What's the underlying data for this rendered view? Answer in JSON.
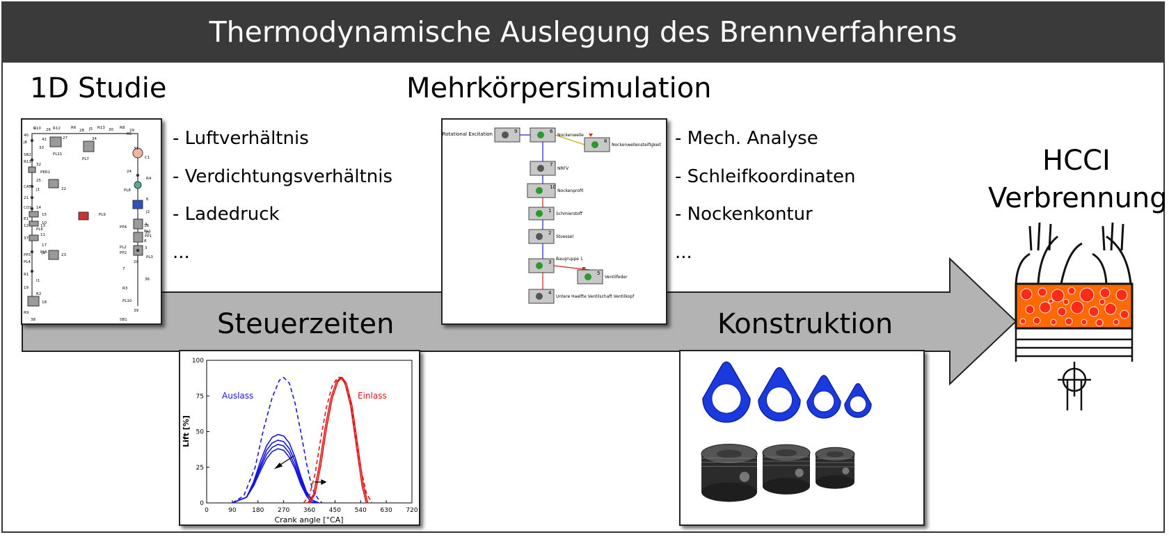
{
  "header": {
    "title": "Thermodynamische Auslegung des Brennverfahrens"
  },
  "sections": {
    "study_1d": "1D Studie",
    "multibody": "Mehrkörpersimulation",
    "valve_timing": "Steuerzeiten",
    "design": "Konstruktion",
    "hcci": [
      "HCCI",
      "Verbrennung"
    ]
  },
  "bullets_1d": [
    "- Luftverhältnis",
    "- Verdichtungsverhältnis",
    "- Ladedruck",
    "..."
  ],
  "bullets_mbs": [
    "- Mech. Analyse",
    "- Schleifkoordinaten",
    "- Nockenkontur",
    "..."
  ],
  "schematic_1d": {
    "labels": [
      "R10",
      "26",
      "R12",
      "R6",
      "28",
      "J5",
      "R13",
      "30",
      "R8",
      "29",
      "R5",
      "40",
      "J6",
      "41",
      "PL11",
      "27",
      "33",
      "PL7",
      "34",
      "31",
      "C1",
      "R11",
      "32",
      "24",
      "R4",
      "PER1",
      "25",
      "22",
      "PL8",
      "CAT1",
      "J1",
      "21",
      "J2",
      "CO1",
      "14",
      "15",
      "PL9",
      "E1",
      "10",
      "13",
      "12",
      "PL6",
      "11",
      "17",
      "PL5",
      "16",
      "PL1",
      "PP4",
      "PP1",
      "8",
      "PL2",
      "PP2",
      "PL3",
      "PP3",
      "J3",
      "23",
      "PL4",
      "20",
      "7",
      "R1",
      "I1",
      "19",
      "R3",
      "R2",
      "18",
      "PL10",
      "R9",
      "39",
      "38",
      "SB1",
      "SB2",
      "35",
      "6",
      "4",
      "3",
      "37",
      "36",
      "9"
    ]
  },
  "mbs_diagram": {
    "blocks": [
      {
        "num": "9",
        "label": "Rotational Excitation"
      },
      {
        "num": "6",
        "label": "Nockenwelle"
      },
      {
        "num": "8",
        "label": "Nockenwellensteifigkeit"
      },
      {
        "num": "7",
        "label": "NRFV"
      },
      {
        "num": "10",
        "label": "Nockenprofil"
      },
      {
        "num": "1",
        "label": "Schmierstoff"
      },
      {
        "num": "2",
        "label": "Stoessel"
      },
      {
        "num": "3",
        "label": "Baugruppe 1"
      },
      {
        "num": "5",
        "label": "Ventilfeder"
      },
      {
        "num": "4",
        "label": "Untere Haelfte Ventilschaft  Ventilkopf"
      }
    ]
  },
  "chart_data": {
    "type": "line",
    "xlabel": "Crank angle [°CA]",
    "ylabel": "Lift [%]",
    "xlim": [
      0,
      720
    ],
    "ylim": [
      0,
      100
    ],
    "xticks": [
      0,
      90,
      180,
      270,
      360,
      450,
      540,
      630,
      720
    ],
    "yticks": [
      0,
      25,
      50,
      75,
      100
    ],
    "annotations": [
      "Auslass",
      "Einlass"
    ],
    "colors": {
      "auslass": "#1515e0",
      "einlass": "#e01515"
    },
    "series": [
      {
        "name": "Auslass",
        "style": "dashed",
        "color": "#1515e0",
        "x": [
          90,
          130,
          170,
          200,
          230,
          255,
          270,
          290,
          310,
          330,
          350,
          370,
          390,
          405
        ],
        "y": [
          0,
          5,
          25,
          52,
          74,
          86,
          88,
          84,
          70,
          50,
          28,
          10,
          3,
          0
        ]
      },
      {
        "style": "solid",
        "color": "#1515e0",
        "x": [
          90,
          140,
          165,
          190,
          210,
          230,
          250,
          270,
          290,
          310,
          330,
          350,
          370,
          395
        ],
        "y": [
          0,
          4,
          15,
          30,
          40,
          46,
          48,
          47,
          42,
          32,
          19,
          8,
          2,
          0
        ]
      },
      {
        "style": "solid",
        "color": "#1515e0",
        "x": [
          90,
          140,
          165,
          190,
          210,
          230,
          250,
          270,
          290,
          310,
          330,
          350,
          370,
          390
        ],
        "y": [
          0,
          4,
          14,
          27,
          37,
          42,
          44,
          43,
          38,
          29,
          17,
          7,
          2,
          0
        ]
      },
      {
        "style": "solid",
        "color": "#1515e0",
        "x": [
          90,
          140,
          165,
          190,
          210,
          230,
          250,
          270,
          290,
          310,
          330,
          350,
          370,
          385
        ],
        "y": [
          0,
          4,
          13,
          25,
          34,
          39,
          41,
          40,
          35,
          26,
          15,
          6,
          2,
          0
        ]
      },
      {
        "style": "solid",
        "color": "#1515e0",
        "x": [
          90,
          140,
          165,
          190,
          210,
          230,
          250,
          270,
          290,
          310,
          330,
          350,
          365,
          380
        ],
        "y": [
          0,
          4,
          12,
          23,
          31,
          36,
          38,
          37,
          32,
          24,
          13,
          5,
          1,
          0
        ]
      },
      {
        "name": "Einlass",
        "style": "dashed",
        "color": "#e01515",
        "x": [
          340,
          360,
          380,
          400,
          420,
          440,
          460,
          470,
          480,
          500,
          520,
          540,
          560,
          580
        ],
        "y": [
          0,
          5,
          20,
          45,
          67,
          82,
          88,
          88,
          86,
          75,
          52,
          25,
          7,
          0
        ]
      },
      {
        "style": "solid",
        "color": "#e01515",
        "x": [
          360,
          380,
          400,
          420,
          440,
          460,
          475,
          490,
          510,
          530,
          550,
          565
        ],
        "y": [
          0,
          6,
          26,
          52,
          73,
          85,
          88,
          84,
          68,
          40,
          12,
          0
        ]
      },
      {
        "style": "solid",
        "color": "#e01515",
        "x": [
          355,
          375,
          395,
          415,
          435,
          455,
          470,
          485,
          505,
          525,
          545,
          560
        ],
        "y": [
          0,
          6,
          26,
          52,
          73,
          85,
          88,
          84,
          68,
          40,
          12,
          0
        ]
      }
    ]
  },
  "cam_plates": {
    "count": 4
  },
  "pistons": {
    "count": 3
  }
}
